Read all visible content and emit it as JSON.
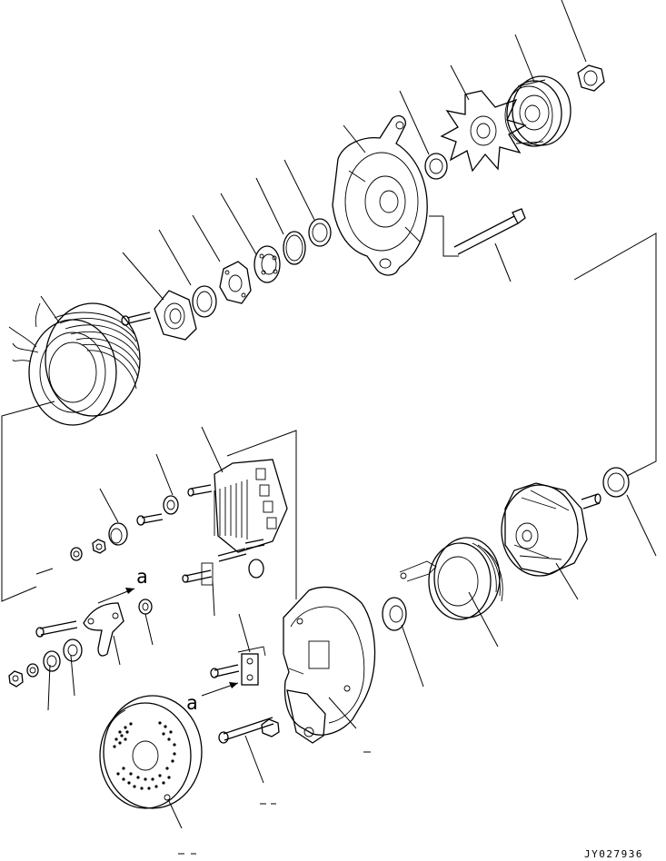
{
  "drawing": {
    "code": "JY027936",
    "view_marks": [
      "a",
      "a"
    ]
  }
}
